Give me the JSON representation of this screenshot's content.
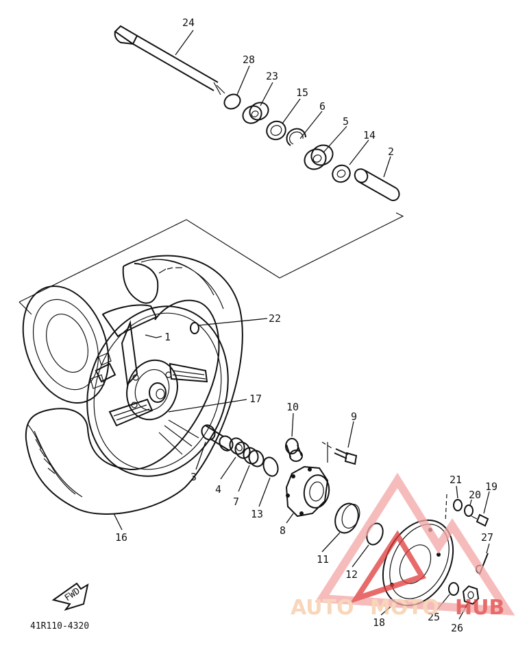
{
  "diagram": {
    "part_code": "41R110-4320",
    "forward_badge": "FWD",
    "labels": [
      {
        "id": "24",
        "text": "24"
      },
      {
        "id": "28",
        "text": "28"
      },
      {
        "id": "23",
        "text": "23"
      },
      {
        "id": "15",
        "text": "15"
      },
      {
        "id": "6",
        "text": "6"
      },
      {
        "id": "5",
        "text": "5"
      },
      {
        "id": "14",
        "text": "14"
      },
      {
        "id": "2",
        "text": "2"
      },
      {
        "id": "22",
        "text": "22"
      },
      {
        "id": "1",
        "text": "1"
      },
      {
        "id": "17",
        "text": "17"
      },
      {
        "id": "10",
        "text": "10"
      },
      {
        "id": "9",
        "text": "9"
      },
      {
        "id": "3",
        "text": "3"
      },
      {
        "id": "4",
        "text": "4"
      },
      {
        "id": "7",
        "text": "7"
      },
      {
        "id": "13",
        "text": "13"
      },
      {
        "id": "8",
        "text": "8"
      },
      {
        "id": "16",
        "text": "16"
      },
      {
        "id": "11",
        "text": "11"
      },
      {
        "id": "12",
        "text": "12"
      },
      {
        "id": "18",
        "text": "18"
      },
      {
        "id": "21",
        "text": "21"
      },
      {
        "id": "20",
        "text": "20"
      },
      {
        "id": "19",
        "text": "19"
      },
      {
        "id": "27",
        "text": "27"
      },
      {
        "id": "25",
        "text": "25"
      },
      {
        "id": "26",
        "text": "26"
      }
    ]
  },
  "watermark": {
    "part1": "AUTO",
    "part2": "MOTO",
    "part3": "HUB",
    "color_light": "#f6c9a4",
    "color_mid": "#f4a6a6",
    "color_dark": "#e03a3a"
  }
}
